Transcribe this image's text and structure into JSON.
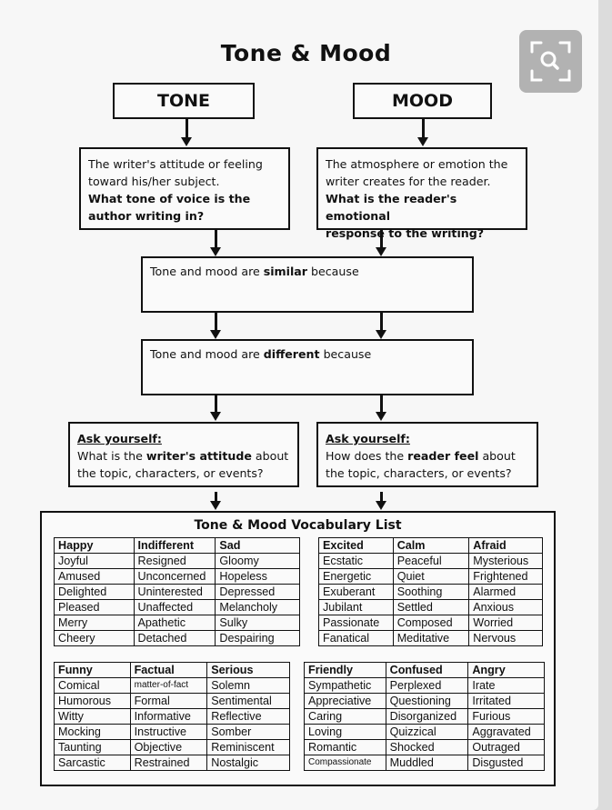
{
  "title": "Tone & Mood",
  "tone": {
    "header": "TONE",
    "desc_line1": "The writer's attitude or feeling",
    "desc_line2": "toward his/her subject.",
    "question_line1": "What tone of voice is the",
    "question_line2": "author writing in?"
  },
  "mood": {
    "header": "MOOD",
    "desc_line1": "The atmosphere or emotion the",
    "desc_line2": "writer creates for the reader.",
    "question_line1": "What is the reader's emotional",
    "question_line2": "response to the writing?"
  },
  "similar": {
    "pre": "Tone and mood are ",
    "bold": "similar",
    "post": " because"
  },
  "different": {
    "pre": "Tone and mood are ",
    "bold": "different",
    "post": " because"
  },
  "ask_tone": {
    "label": "Ask yourself:",
    "pre": "What is the ",
    "bold": "writer's attitude",
    "post": " about",
    "line2": "the topic, characters, or events?"
  },
  "ask_mood": {
    "label": "Ask yourself:",
    "pre": "How does the ",
    "bold": "reader feel",
    "post": " about",
    "line2": "the topic, characters, or events?"
  },
  "vocab_title": "Tone & Mood Vocabulary List",
  "vocab_tables": [
    {
      "headers": [
        "Happy",
        "Indifferent",
        "Sad"
      ],
      "rows": [
        [
          "Joyful",
          "Resigned",
          "Gloomy"
        ],
        [
          "Amused",
          "Unconcerned",
          "Hopeless"
        ],
        [
          "Delighted",
          "Uninterested",
          "Depressed"
        ],
        [
          "Pleased",
          "Unaffected",
          "Melancholy"
        ],
        [
          "Merry",
          "Apathetic",
          "Sulky"
        ],
        [
          "Cheery",
          "Detached",
          "Despairing"
        ]
      ]
    },
    {
      "headers": [
        "Excited",
        "Calm",
        "Afraid"
      ],
      "rows": [
        [
          "Ecstatic",
          "Peaceful",
          "Mysterious"
        ],
        [
          "Energetic",
          "Quiet",
          "Frightened"
        ],
        [
          "Exuberant",
          "Soothing",
          "Alarmed"
        ],
        [
          "Jubilant",
          "Settled",
          "Anxious"
        ],
        [
          "Passionate",
          "Composed",
          "Worried"
        ],
        [
          "Fanatical",
          "Meditative",
          "Nervous"
        ]
      ]
    },
    {
      "headers": [
        "Funny",
        "Factual",
        "Serious"
      ],
      "rows": [
        [
          "Comical",
          "matter-of-fact",
          "Solemn"
        ],
        [
          "Humorous",
          "Formal",
          "Sentimental"
        ],
        [
          "Witty",
          "Informative",
          "Reflective"
        ],
        [
          "Mocking",
          "Instructive",
          "Somber"
        ],
        [
          "Taunting",
          "Objective",
          "Reminiscent"
        ],
        [
          "Sarcastic",
          "Restrained",
          "Nostalgic"
        ]
      ]
    },
    {
      "headers": [
        "Friendly",
        "Confused",
        "Angry"
      ],
      "rows": [
        [
          "Sympathetic",
          "Perplexed",
          "Irate"
        ],
        [
          "Appreciative",
          "Questioning",
          "Irritated"
        ],
        [
          "Caring",
          "Disorganized",
          "Furious"
        ],
        [
          "Loving",
          "Quizzical",
          "Aggravated"
        ],
        [
          "Romantic",
          "Shocked",
          "Outraged"
        ],
        [
          "Compassionate",
          "Muddled",
          "Disgusted"
        ]
      ]
    }
  ],
  "icons": {
    "search": "search-magnifier-icon"
  }
}
